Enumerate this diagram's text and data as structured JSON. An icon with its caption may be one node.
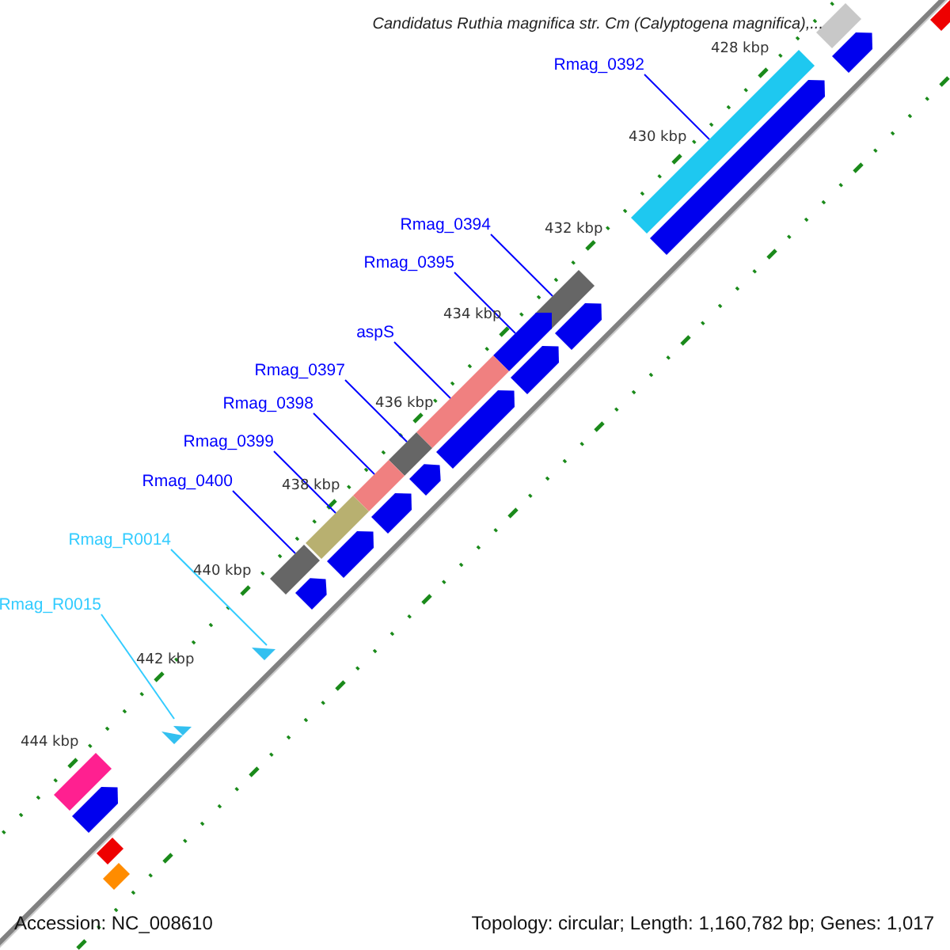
{
  "diagram": {
    "title": "Candidatus Ruthia magnifica str. Cm (Calyptogena magnifica),...",
    "nodes": [
      {
        "text": [
          "Rmag_0392"
        ]
      },
      {
        "text": [],
        "shape": "bar"
      },
      {
        "text": [
          "Rmag_0394"
        ]
      },
      {
        "text": [],
        "shape": "bar"
      },
      {
        "text": [
          "Rmag_0395"
        ]
      },
      {
        "text": [],
        "shape": "bar"
      },
      {
        "text": [
          "aspS"
        ]
      },
      {
        "text": [],
        "shape": "bar"
      },
      {
        "text": [
          "Rmag_0397"
        ]
      },
      {
        "text": [],
        "shape": "bar"
      },
      {
        "text": [
          "Rmag_0398"
        ]
      },
      {
        "text": [],
        "shape": "bar"
      },
      {
        "text": [
          "Rmag_0399"
        ]
      },
      {
        "text": [],
        "shape": "bar"
      },
      {
        "text": [
          "Rmag_0400"
        ]
      },
      {
        "text": [],
        "shape": "bar"
      },
      {
        "text": [
          "Rmag_R0014"
        ]
      },
      {
        "text": [],
        "shape": "bar"
      },
      {
        "text": [
          "Rmag_R0015"
        ]
      },
      {
        "text": [],
        "shape": "bar"
      }
    ],
    "edges": [
      {
        "from": 0,
        "to": 1,
        "arrow": "none"
      },
      {
        "from": 2,
        "to": 3,
        "arrow": "none"
      },
      {
        "from": 4,
        "to": 5,
        "arrow": "none"
      },
      {
        "from": 6,
        "to": 7,
        "arrow": "none"
      },
      {
        "from": 8,
        "to": 9,
        "arrow": "none"
      },
      {
        "from": 10,
        "to": 11,
        "arrow": "none"
      },
      {
        "from": 12,
        "to": 13,
        "arrow": "none"
      },
      {
        "from": 14,
        "to": 15,
        "arrow": "none"
      },
      {
        "from": 16,
        "to": 17,
        "arrow": "none",
        "color": "#33ccff"
      },
      {
        "from": 18,
        "to": 19,
        "arrow": "none",
        "color": "#33ccff"
      }
    ],
    "labels": [
      "428 kbp",
      "430 kbp",
      "432 kbp",
      "434 kbp",
      "436 kbp",
      "438 kbp",
      "440 kbp",
      "442 kbp",
      "444 kbp",
      "Accession: NC_008610",
      "Topology: circular; Length: 1,160,782 bp; Genes: 1,017"
    ]
  }
}
